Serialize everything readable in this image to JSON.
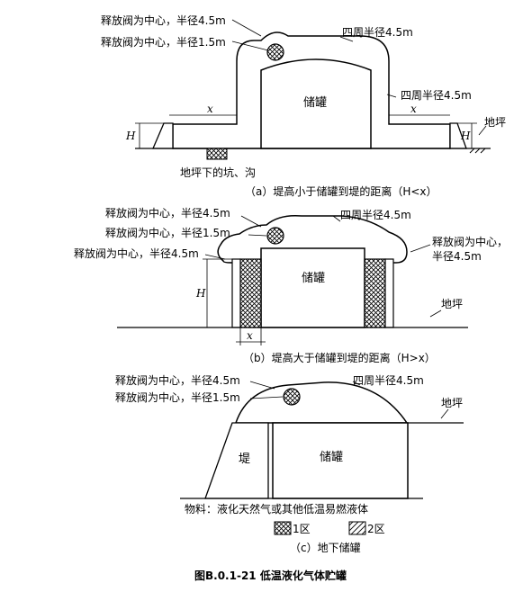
{
  "labels": {
    "valve_45": "释放阀为中心，半径4.5m",
    "valve_15": "释放阀为中心，半径1.5m",
    "perim_45": "四周半径4.5m",
    "tank": "储罐",
    "ground": "地坪",
    "pit": "地坪下的坑、沟",
    "dike": "堤",
    "valve_45_a": "释放阀为中心，",
    "valve_45_b": "半径4.5m",
    "H": "H",
    "x": "x"
  },
  "captions": {
    "a": "（a）堤高小于储罐到堤的距离（H<x）",
    "b": "（b）堤高大于储罐到堤的距离（H>x）",
    "c": "（c）地下储罐"
  },
  "material": "物料：液化天然气或其他低温易燃液体",
  "legend": {
    "zone1": "1区",
    "zone2": "2区"
  },
  "figure_title": "图B.0.1-21 低温液化气体贮罐",
  "colors": {
    "line": "#000000",
    "background": "#ffffff"
  }
}
